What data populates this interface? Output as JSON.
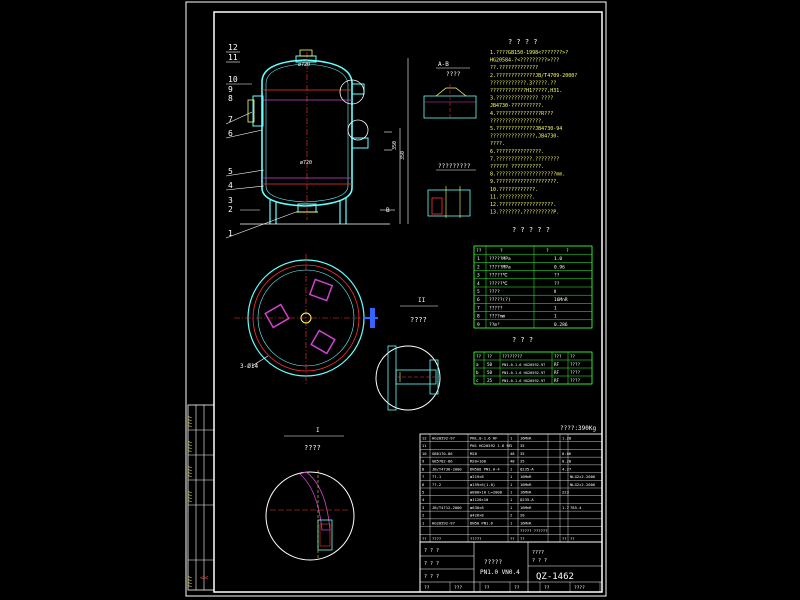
{
  "drawing": {
    "part_labels": [
      "12",
      "11",
      "10",
      "9",
      "8",
      "7",
      "6",
      "5",
      "4",
      "3",
      "2",
      "1"
    ],
    "section_ab_label": "A-B",
    "section_ab_sub": "????",
    "section_2_sub": "?????????",
    "section_I_label": "I",
    "section_I_sub": "????",
    "section_II_label": "II",
    "section_II_sub": "????",
    "plan_note": "3-Ø14",
    "dim_top": "ø720",
    "dim_mid": "ø720",
    "dim_right_1": "350",
    "dim_right_2": "350",
    "dim_bottom": "B"
  },
  "notes": {
    "title": "? ? ? ?",
    "lines": [
      "1.????GB150-1998<???????>?",
      "  HG20584-?<?????????>???",
      "  ??.?????????????",
      "2.?????????????JB/T4709-2000?",
      "  ????????????.3?????.??",
      "  ????????????H1?????,H31.",
      "3.?????????????? ????",
      "  JB4730-??????????.",
      "4.???????????????R???",
      "  ?????????????????.",
      "5.?????????????JB4730-94",
      "  ???????????????,JB4730-",
      "  ????.",
      "6.???????????????.",
      "7.????????????.????????",
      "  ?????? ??????????.",
      "8.????????????????????mm.",
      "9.????????????????????.",
      "10.????????????.",
      "11.???????????.",
      "12.??????????????????.",
      "13.???????,??????????P."
    ]
  },
  "spec_table": {
    "title": "? ? ? ? ?",
    "headers": [
      "??",
      "?",
      "?",
      "?"
    ],
    "rows": [
      [
        "1",
        "?????MPa",
        "1.0"
      ],
      [
        "2",
        "?????MPa",
        "0.96"
      ],
      [
        "3",
        "?????℃",
        "??"
      ],
      [
        "4",
        "?????℃",
        "??"
      ],
      [
        "5",
        "????",
        "Ⅱ"
      ],
      [
        "6",
        "?????(?)",
        "16MnR"
      ],
      [
        "7",
        "?????",
        "1"
      ],
      [
        "8",
        "????mm",
        "1"
      ],
      [
        "9",
        "??m³",
        "0.286"
      ]
    ]
  },
  "nozzle_table": {
    "title": "? ? ?",
    "headers": [
      "??",
      "??",
      "????????",
      "???",
      "??"
    ],
    "rows": [
      [
        "a",
        "50",
        "PN1.0-1.6 HG20592-97",
        "RF",
        "????"
      ],
      [
        "b",
        "50",
        "PN1.0-1.6 HG20592-97",
        "RF",
        "????"
      ],
      [
        "c",
        "25",
        "PN1.0-1.6 HG20592-97",
        "RF",
        "????"
      ]
    ]
  },
  "bom": {
    "total_weight": "????:390Kg",
    "rows": [
      [
        "12",
        "HG20592-97",
        "PN1.0-1.6 RF",
        "1",
        "16MnR",
        "",
        "1.28",
        ""
      ],
      [
        "11",
        "",
        "PN1 HG20592 1.6 RF",
        "1",
        "35",
        "",
        "",
        ""
      ],
      [
        "10",
        "GB6170-86",
        "M20",
        "48",
        "35",
        "",
        "0.06",
        ""
      ],
      [
        "9",
        "GB5782-86",
        "M20×100",
        "48",
        "35",
        "",
        "0.28",
        ""
      ],
      [
        "8",
        "JB/T4736-2000",
        "DN500 PN1.0-4",
        "1",
        "Q235-A",
        "",
        "4.27",
        ""
      ],
      [
        "7",
        "??-1",
        "ø219×8",
        "1",
        "16MnR",
        "",
        "",
        "NLG2×2-2006"
      ],
      [
        "6",
        "??-2",
        "ø159×6(1.0)",
        "1",
        "16MnR",
        "",
        "",
        "NLG2×2-2006"
      ],
      [
        "5",
        "",
        "ø800×10 L=2000",
        "1",
        "16MnR",
        "",
        "223",
        ""
      ],
      [
        "4",
        "",
        "ø1120×10",
        "1",
        "Q235-A",
        "",
        "",
        ""
      ],
      [
        "3",
        "JB/T4712-2000",
        "ø630×8",
        "1",
        "16MnR",
        "",
        "1.7",
        "785.4"
      ],
      [
        "2",
        "",
        "ø426×8",
        "2",
        "20",
        "",
        "",
        ""
      ],
      [
        "1",
        "HG20592-97",
        "DN50 PN1.6",
        "1",
        "16MnR",
        "",
        "",
        ""
      ],
      [
        "",
        "",
        "",
        "",
        "????? ??????",
        "",
        "",
        ""
      ]
    ],
    "header": [
      "??",
      "????",
      "?????",
      "??",
      "??",
      "",
      "??",
      "??"
    ]
  },
  "title_block": {
    "name_1": "?????",
    "name_2": "PN1.0 VN0.4",
    "drawing_no": "QZ-1462",
    "cells": [
      "????",
      "? ? ?",
      "? ? ?",
      "? ? ?",
      "? ? ?"
    ],
    "bottom_row": [
      "??",
      "???",
      "??",
      "??",
      "??",
      "????"
    ]
  },
  "left_strip": {
    "labels": [
      "????",
      "????",
      "????",
      "????"
    ],
    "bottom_label": "????"
  },
  "colors": {
    "frame": "#ffffff",
    "vessel": "#66ffff",
    "hatch": "#cc44cc",
    "red": "#ff3333",
    "yellow": "#ffff66",
    "green": "#33ff33",
    "blue": "#3366ff"
  }
}
